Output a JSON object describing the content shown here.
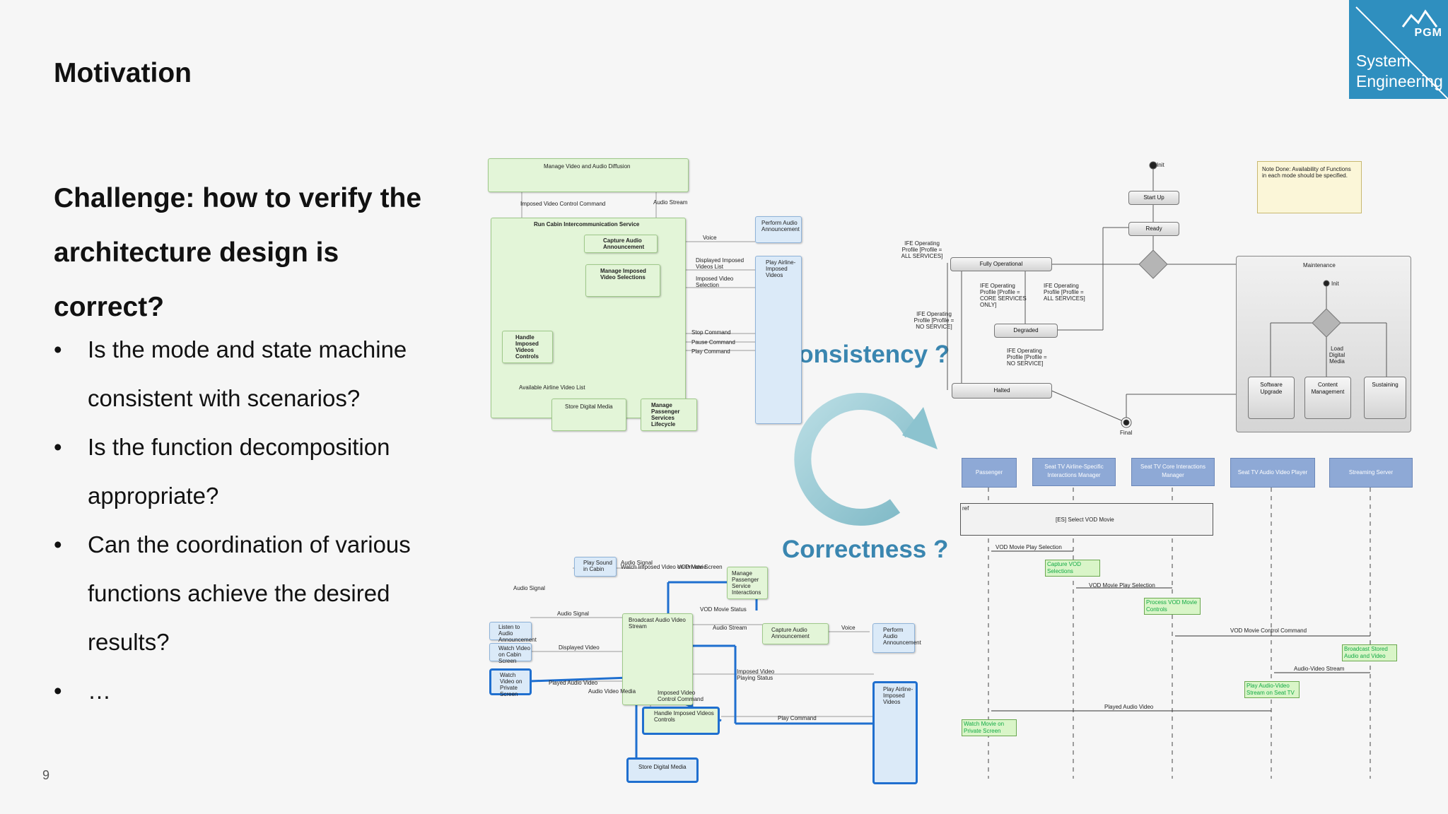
{
  "slide": {
    "title": "Motivation",
    "challenge_line1": "Challenge: how to verify the",
    "challenge_line2": "architecture design is correct?",
    "bullet_glyph": "•",
    "bullets": [
      "Is the mode and state machine consistent with scenarios?",
      "Is the function decomposition appropriate?",
      "Can the coordination of various functions achieve the desired results?",
      "…"
    ],
    "page_number": "9"
  },
  "logo": {
    "pgm": "PGM",
    "line1": "System",
    "line2": "Engineering",
    "color": "#2f8fbf"
  },
  "cycle": {
    "consistency": "Consistency ?",
    "correctness": "Correctness ?",
    "color": "#3a86b0"
  },
  "d1": {
    "top": "Manage Video and Audio Diffusion",
    "lbl_ivcc": "Imposed Video Control Command",
    "lbl_audio_stream": "Audio Stream",
    "run_cabin": "Run Cabin Intercommunication Service",
    "capture": "Capture Audio Announcement",
    "manage_imposed": "Manage Imposed Video Selections",
    "handle": "Handle Imposed Videos Controls",
    "perform": "Perform Audio Announcement",
    "play_airline": "Play Airline-Imposed Videos",
    "lbl_voice": "Voice",
    "lbl_displayed_list": "Displayed Imposed Videos List",
    "lbl_video_sel": "Imposed Video Selection",
    "lbl_stop": "Stop Command",
    "lbl_pause": "Pause Command",
    "lbl_play": "Play Command",
    "lbl_available": "Available Airline Video List",
    "store": "Store Digital Media",
    "manage_passenger": "Manage Passenger Services Lifecycle"
  },
  "sm": {
    "init": "Init",
    "start_up": "Start Up",
    "ready": "Ready",
    "note": "Note Done: Availability of Functions in each mode should be specified.",
    "guard_all": "IFE Operating Profile [Profile = ALL SERVICES]",
    "fully": "Fully Operational",
    "guard_core": "IFE Operating Profile [Profile = CORE SERVICES ONLY]",
    "guard_all2": "IFE Operating Profile [Profile = ALL SERVICES]",
    "guard_no1": "IFE Operating Profile [Profile = NO SERVICE]",
    "degraded": "Degraded",
    "guard_no2": "IFE Operating Profile [Profile = NO SERVICE]",
    "halted": "Halted",
    "final": "Final",
    "maintenance": "Maintenance",
    "m_init": "Init",
    "load": "Load Digital Media",
    "software": "Software Upgrade",
    "content": "Content Management",
    "sustaining": "Sustaining"
  },
  "seq": {
    "lifelines": [
      "Passenger",
      "Seat TV Airline-Specific Interactions Manager",
      "Seat TV Core Interactions Manager",
      "Seat TV Audio Video Player",
      "Streaming Server"
    ],
    "ref": "ref",
    "ref_text": "[ES] Select VOD Movie",
    "m1": "VOD Movie Play Selection",
    "a1": "Capture VOD Selections",
    "m2": "VOD Movie Play Selection",
    "a2": "Process VOD Movie Controls",
    "m3": "VOD Movie Control Command",
    "a3": "Broadcast Stored Audio and Video",
    "m4": "Audio-Video Stream",
    "a4": "Play Audio-Video Stream on Seat TV",
    "m5": "Played Audio Video",
    "a5": "Watch Movie on Private Screen"
  },
  "d2": {
    "legend": "Watch Imposed Video on Private Screen",
    "play_sound": "Play Sound in Cabin",
    "lbl_audio_signal1": "Audio Signal",
    "lbl_vod_movie": "VOD Movie",
    "manage_passenger": "Manage Passenger Service Interactions",
    "lbl_audio_signal2": "Audio Signal",
    "lbl_audio_signal3": "Audio Signal",
    "lbl_vod_status": "VOD Movie Status",
    "listen": "Listen to Audio Announcement",
    "broadcast": "Broadcast Audio Video Stream",
    "lbl_audio_stream": "Audio Stream",
    "capture": "Capture Audio Announcement",
    "lbl_voice": "Voice",
    "perform": "Perform Audio Announcement",
    "watch_cabin": "Watch Video on Cabin Screen",
    "lbl_displayed": "Displayed Video",
    "watch_private": "Watch Video on Private Screen",
    "lbl_played": "Played Audio Video",
    "lbl_imposed_status": "Imposed Video Playing Status",
    "play_airline": "Play Airline-Imposed Videos",
    "lbl_media": "Audio Video Media",
    "lbl_ivcc": "Imposed Video Control Command",
    "handle": "Handle Imposed Videos Controls",
    "lbl_play": "Play Command",
    "store": "Store Digital Media"
  }
}
